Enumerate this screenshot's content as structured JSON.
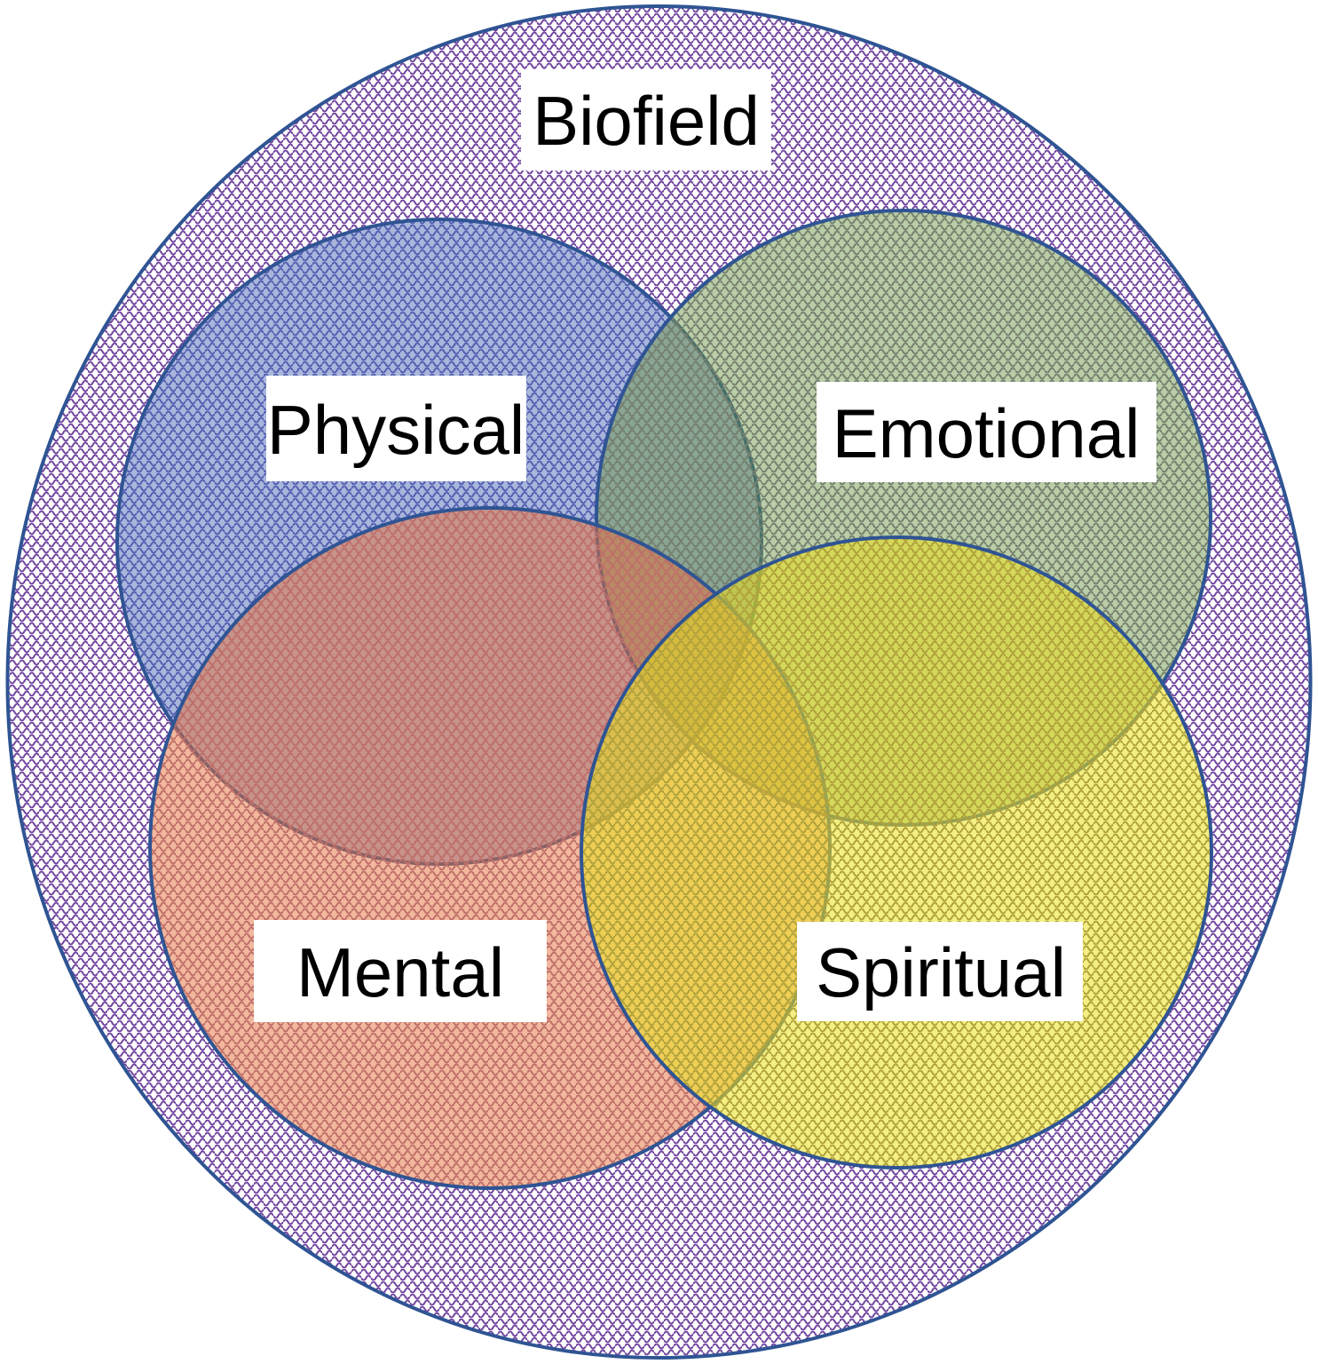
{
  "figure": {
    "outer_label": "Biofield",
    "regions": [
      {
        "key": "physical",
        "label": "Physical"
      },
      {
        "key": "emotional",
        "label": "Emotional"
      },
      {
        "key": "mental",
        "label": "Mental"
      },
      {
        "key": "spiritual",
        "label": "Spiritual"
      }
    ]
  },
  "colors": {
    "stroke": "#2F5493",
    "biofield_wave": "#7348A0",
    "physical_fill": "#A9B6DC",
    "physical_wave": "#5560B2",
    "emotional_fill": "#64903A",
    "emotional_wave": "#76816F",
    "mental_fill": "#E56F39",
    "mental_wave": "#C0706A",
    "spiritual_fill": "#EBE21C",
    "spiritual_wave": "#B0A23C"
  }
}
